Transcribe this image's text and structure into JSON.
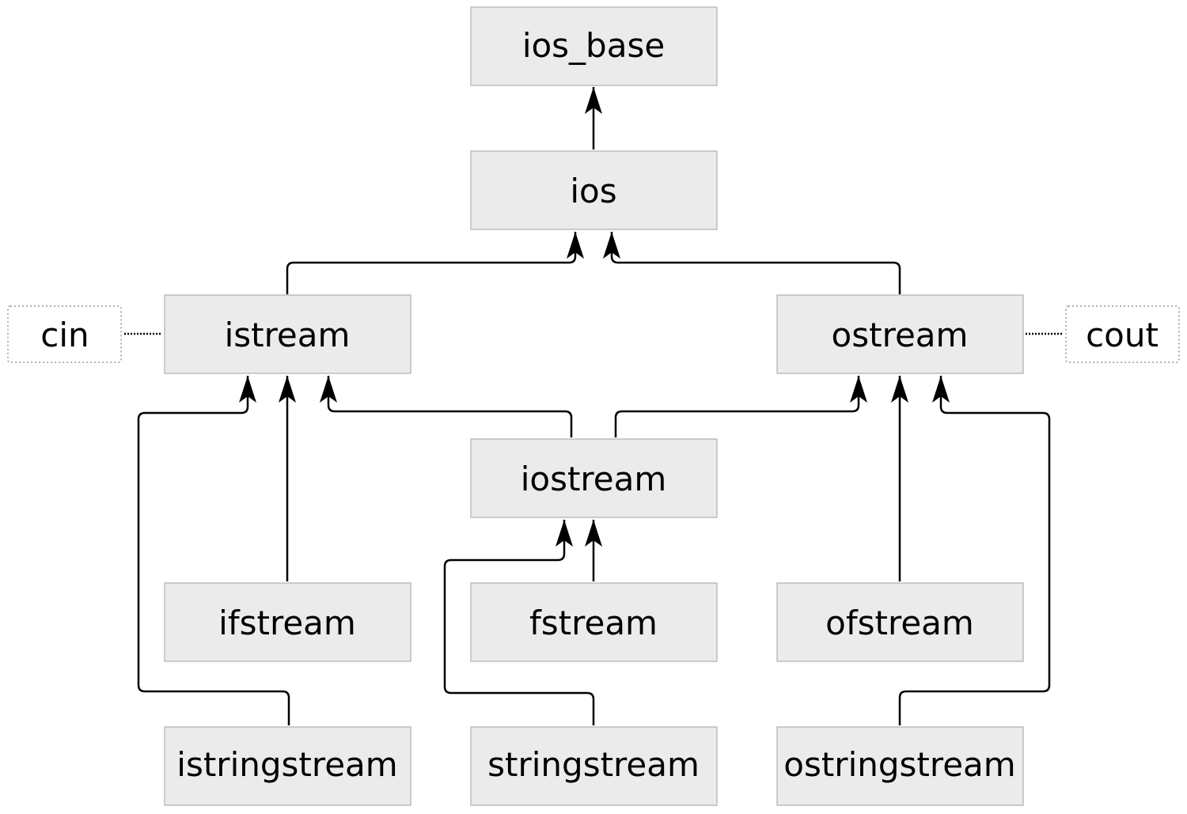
{
  "nodes": {
    "ios_base": "ios_base",
    "ios": "ios",
    "istream": "istream",
    "ostream": "ostream",
    "iostream": "iostream",
    "ifstream": "ifstream",
    "fstream": "fstream",
    "ofstream": "ofstream",
    "istringstream": "istringstream",
    "stringstream": "stringstream",
    "ostringstream": "ostringstream"
  },
  "objects": {
    "cin": "cin",
    "cout": "cout"
  },
  "edges": [
    {
      "from": "ios",
      "to": "ios_base",
      "type": "inheritance"
    },
    {
      "from": "istream",
      "to": "ios",
      "type": "inheritance"
    },
    {
      "from": "ostream",
      "to": "ios",
      "type": "inheritance"
    },
    {
      "from": "istringstream",
      "to": "istream",
      "type": "inheritance"
    },
    {
      "from": "ifstream",
      "to": "istream",
      "type": "inheritance"
    },
    {
      "from": "iostream",
      "to": "istream",
      "type": "inheritance"
    },
    {
      "from": "iostream",
      "to": "ostream",
      "type": "inheritance"
    },
    {
      "from": "ofstream",
      "to": "ostream",
      "type": "inheritance"
    },
    {
      "from": "ostringstream",
      "to": "ostream",
      "type": "inheritance"
    },
    {
      "from": "stringstream",
      "to": "iostream",
      "type": "inheritance"
    },
    {
      "from": "fstream",
      "to": "iostream",
      "type": "inheritance"
    },
    {
      "from": "cin",
      "to": "istream",
      "type": "instance"
    },
    {
      "from": "cout",
      "to": "ostream",
      "type": "instance"
    }
  ],
  "colors": {
    "box_fill": "#ebebeb",
    "box_border": "#bdbdbd",
    "edge": "#000000"
  }
}
